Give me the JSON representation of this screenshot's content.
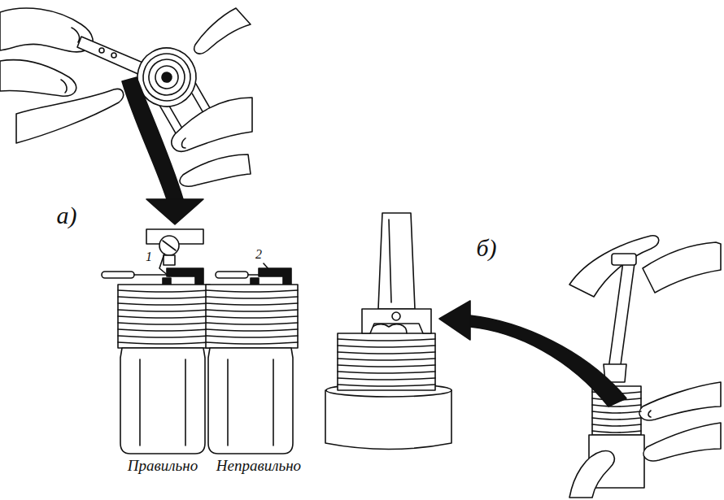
{
  "diagram": {
    "labels": [
      "а)",
      "1",
      "2",
      "Правильно",
      "Неправильно",
      "б)"
    ]
  }
}
